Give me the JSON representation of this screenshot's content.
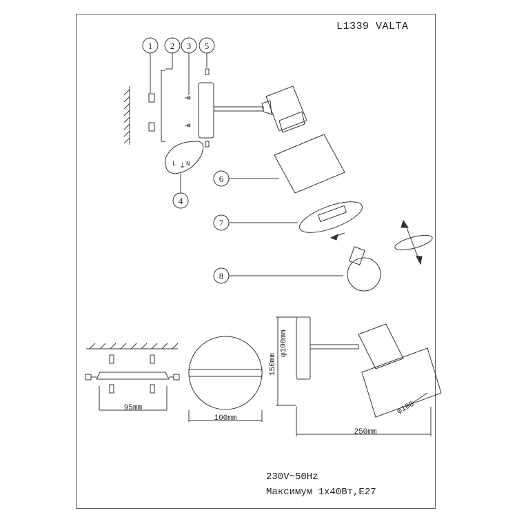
{
  "header": {
    "model": "L1339 VALTA"
  },
  "callouts": [
    "1",
    "2",
    "3",
    "4",
    "5",
    "6",
    "7",
    "8"
  ],
  "terminal_block": {
    "L": "L",
    "N": "N",
    "E": "⏚"
  },
  "dimensions": {
    "bracket_width": "95mm",
    "base_diameter": "100mm",
    "height": "150mm",
    "shade_diameter_vertical": "φ100mm",
    "shade_diameter": "φ100",
    "length": "250mm"
  },
  "specs": {
    "power": "230V~50Hz",
    "max": "Максимум 1x40Вт,E27"
  }
}
